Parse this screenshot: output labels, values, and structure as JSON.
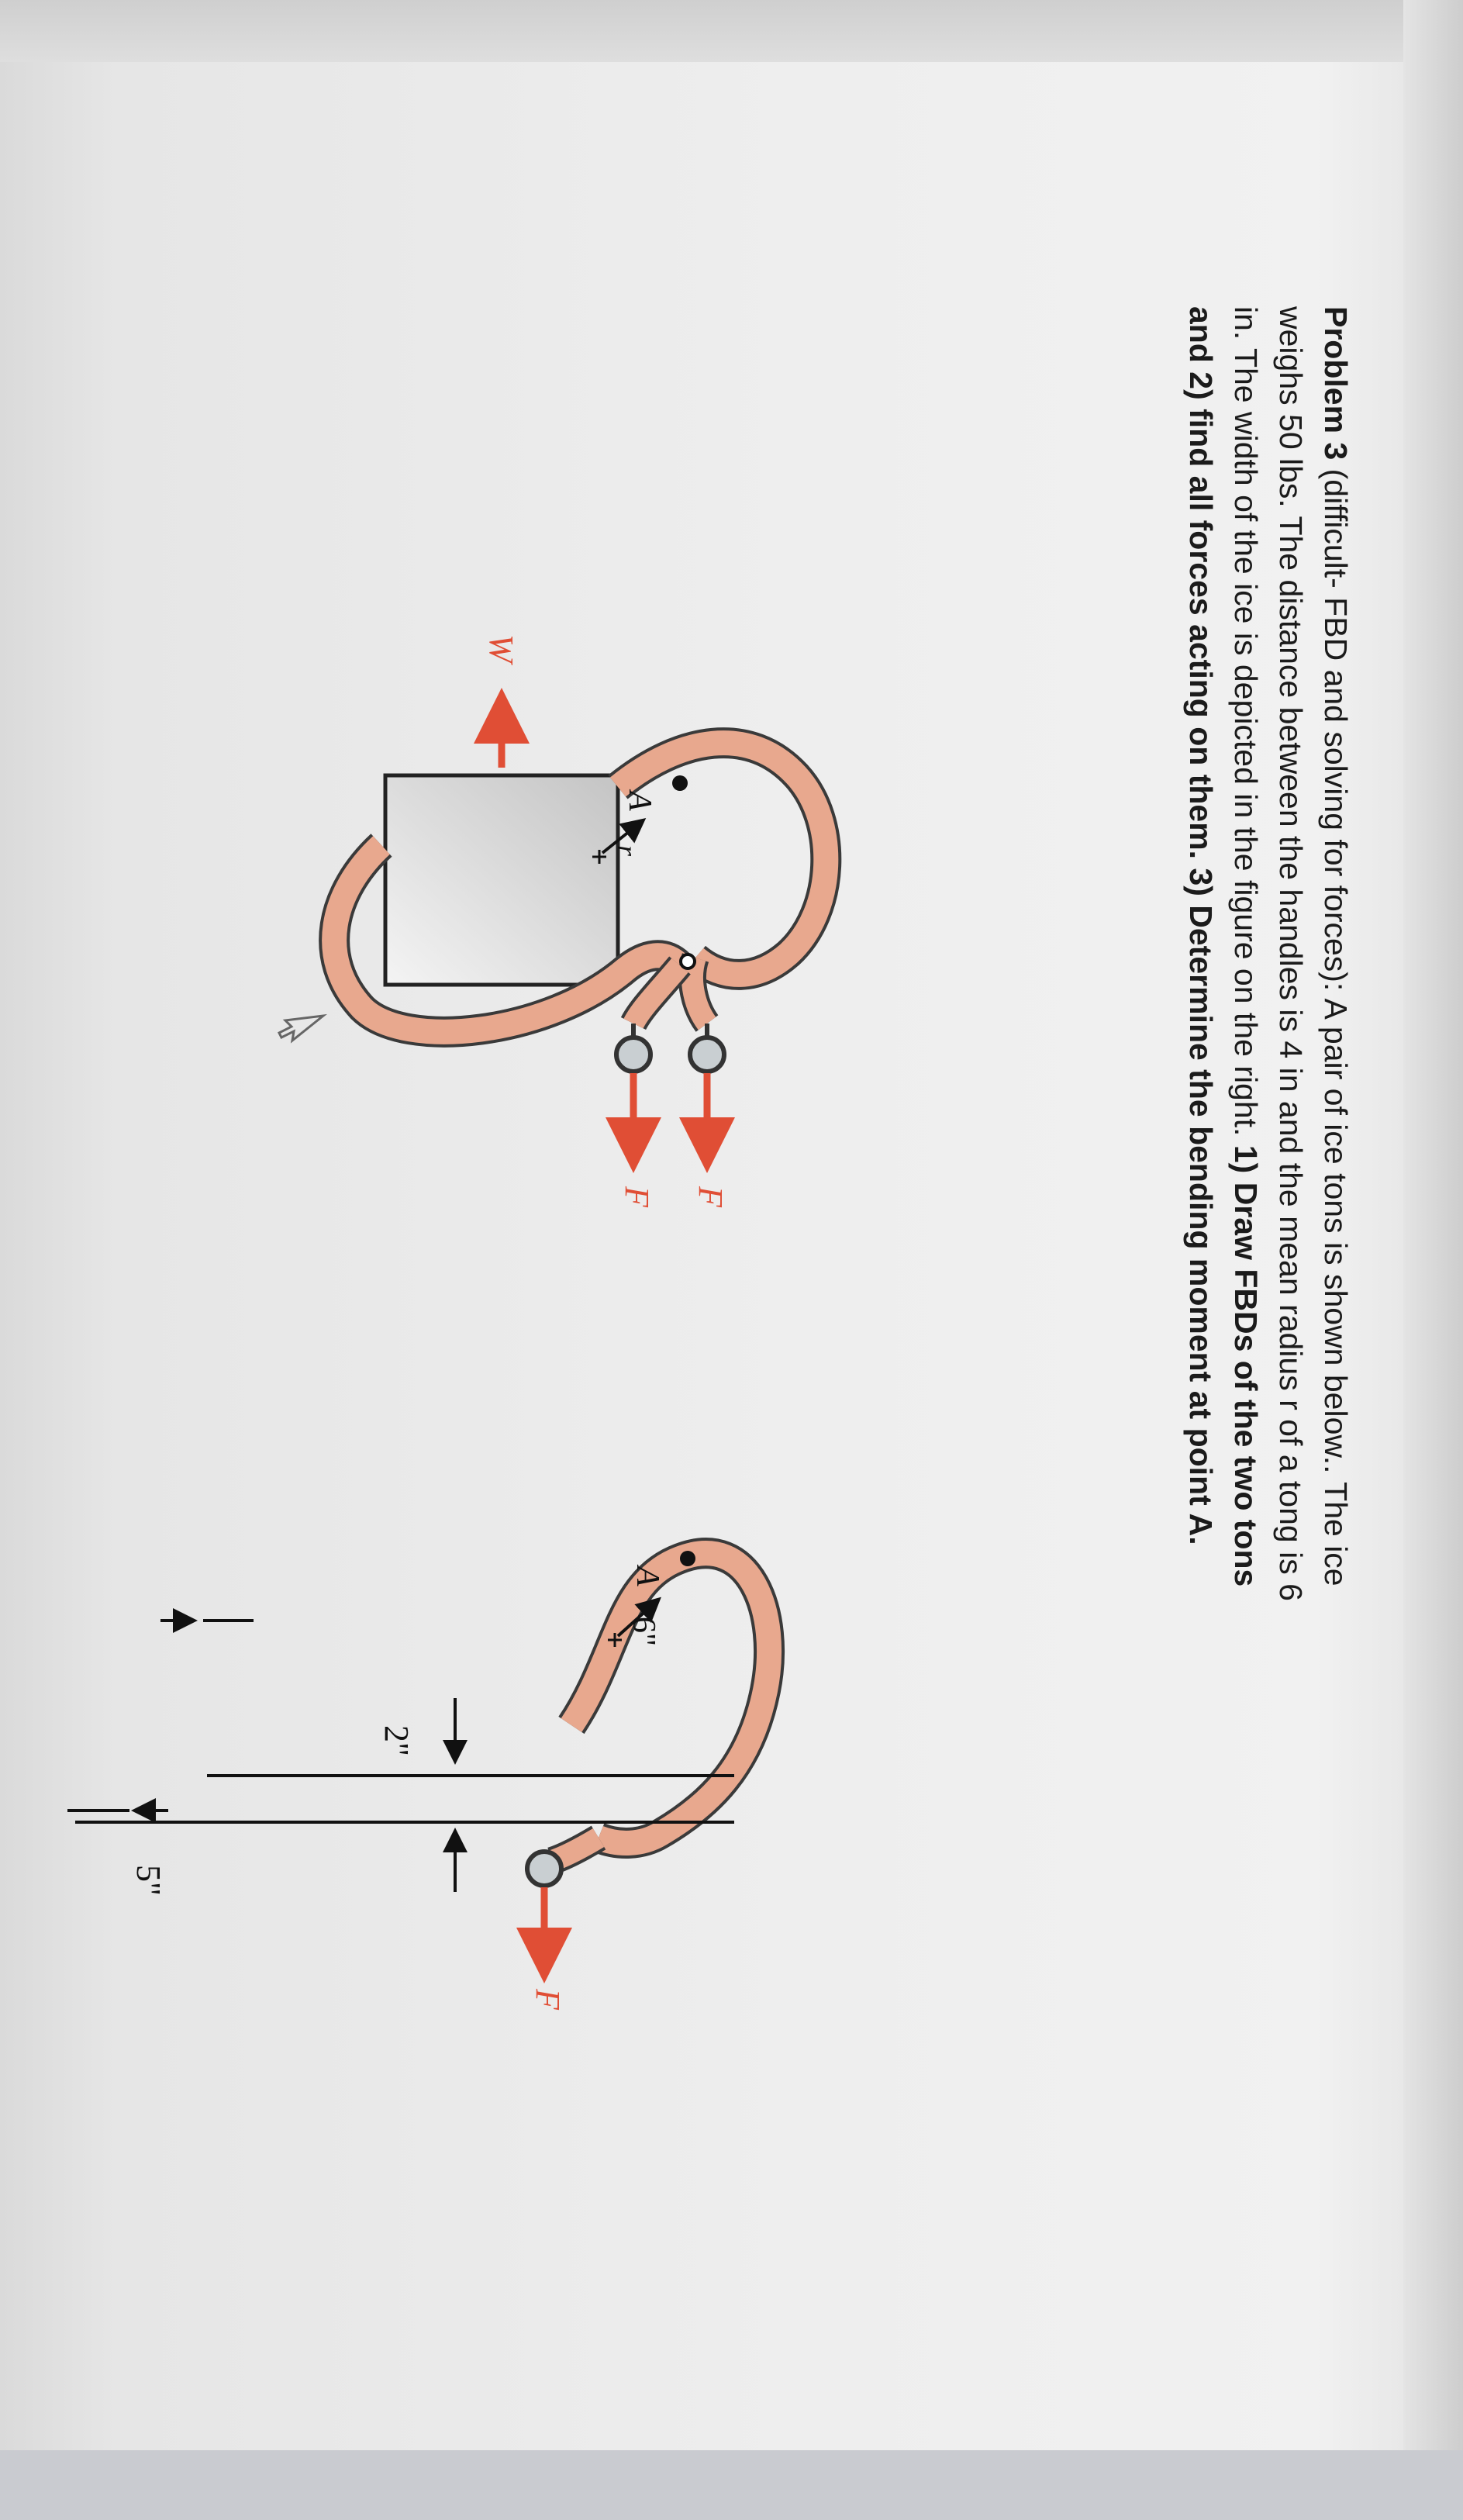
{
  "problem": {
    "label": "Problem 3",
    "line1_part1": " (difficult- FBD and solving for forces): A pair of ice tons is shown below.. The ice",
    "line2": "weighs 50 lbs. The distance between the handles is 4 in and the mean radius r of a tong is 6",
    "line3_part1": "in. The width of the ice is depicted in the figure on the right. ",
    "line3_bold": "1) Draw FBDs of the two tons",
    "line4_bold": "and 2) find all forces acting on them. 3) Determine the bending moment at point A."
  },
  "figure_left": {
    "force_label_1": "F",
    "force_label_2": "F",
    "weight_label": "W",
    "point_label": "A",
    "radius_label": "r"
  },
  "figure_right": {
    "force_label": "F",
    "point_label": "A",
    "radius_label": "6\"",
    "dim_top": "2\"",
    "dim_bottom": "5\""
  },
  "colors": {
    "tong_fill": "#e8a88e",
    "tong_stroke": "#3a3a3a",
    "force_arrow": "#e04e35",
    "handle_ball": "#c9cfd2"
  }
}
